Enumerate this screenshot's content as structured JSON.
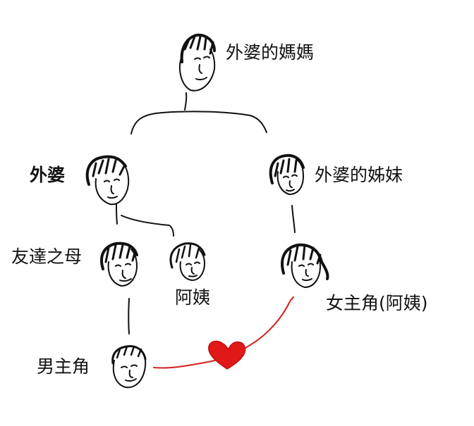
{
  "people": {
    "great_grandmother": {
      "label": "外婆的媽媽"
    },
    "grandmother": {
      "label": "外婆"
    },
    "grandmother_sister": {
      "label": "外婆的姊妹"
    },
    "friends_mother": {
      "label": "友達之母"
    },
    "aunt": {
      "label": "阿姨"
    },
    "heroine": {
      "label": "女主角(阿姨)"
    },
    "hero": {
      "label": "男主角"
    }
  },
  "colors": {
    "ink": "#111111",
    "love_line": "#d42020",
    "heart": "#e01818"
  },
  "icons": {
    "heart": "heart-icon"
  }
}
